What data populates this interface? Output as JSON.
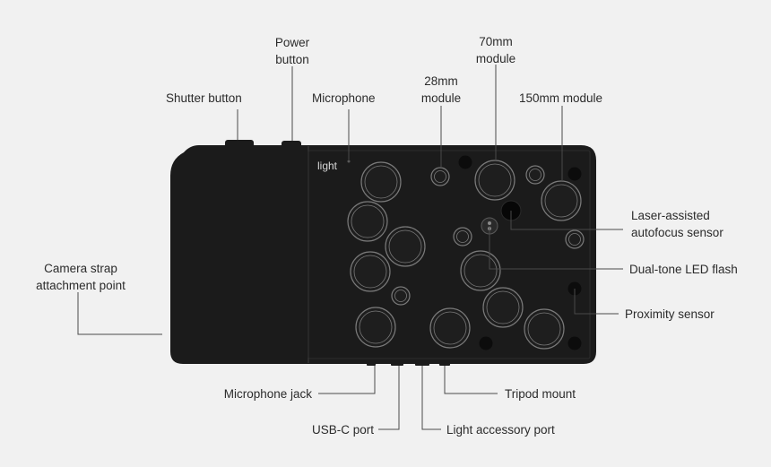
{
  "brand": {
    "logo_text": "light"
  },
  "colors": {
    "background": "#f1f1f1",
    "camera_body": "#1b1b1b",
    "lens_ring": "#7a7a7a",
    "leader_line": "#4a4a4a",
    "label_text": "#2b2b2b"
  },
  "labels": {
    "shutter_button": "Shutter button",
    "power_button_line1": "Power",
    "power_button_line2": "button",
    "microphone": "Microphone",
    "module_28_line1": "28mm",
    "module_28_line2": "module",
    "module_70_line1": "70mm",
    "module_70_line2": "module",
    "module_150": "150mm module",
    "laser_af_line1": "Laser-assisted",
    "laser_af_line2": "autofocus sensor",
    "led_flash": "Dual-tone LED flash",
    "proximity_sensor": "Proximity sensor",
    "strap_line1": "Camera strap",
    "strap_line2": "attachment point",
    "mic_jack": "Microphone jack",
    "usbc_port": "USB-C port",
    "accessory_port": "Light accessory port",
    "tripod_mount": "Tripod mount"
  }
}
